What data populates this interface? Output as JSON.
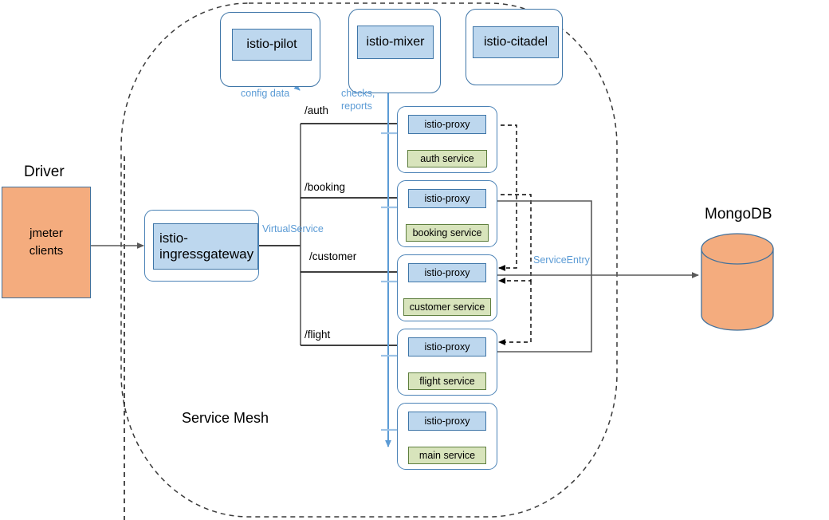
{
  "diagram": {
    "title_driver": "Driver",
    "title_mongodb": "MongoDB",
    "mesh_label": "Service Mesh",
    "colors": {
      "blue_fill": "#bdd7ee",
      "blue_stroke": "#3f76a8",
      "green_fill": "#d8e4bc",
      "green_stroke": "#5f7f3f",
      "orange_fill": "#f4ac7e",
      "orange_stroke": "#41719c",
      "accent_blue": "#5b9bd5",
      "arrow_gray": "#595959",
      "dashed_black": "#000000"
    }
  },
  "driver": {
    "label": "Driver",
    "client_box": "jmeter clients"
  },
  "gateway": {
    "name": "istio-ingressgateway",
    "line1": "istio-",
    "line2": "ingressgateway"
  },
  "control_plane": [
    {
      "name": "istio-pilot"
    },
    {
      "name": "istio-mixer"
    },
    {
      "name": "istio-citadel"
    }
  ],
  "annotations": {
    "config_data": "config data",
    "checks_reports_line1": "checks,",
    "checks_reports_line2": "reports",
    "virtual_service": "VirtualService",
    "service_entry": "ServiceEntry"
  },
  "routes": [
    {
      "path": "/auth"
    },
    {
      "path": "/booking"
    },
    {
      "path": "/customer"
    },
    {
      "path": "/flight"
    }
  ],
  "pods": [
    {
      "proxy": "istio-proxy",
      "service": "auth service"
    },
    {
      "proxy": "istio-proxy",
      "service": "booking service"
    },
    {
      "proxy": "istio-proxy",
      "service": "customer service"
    },
    {
      "proxy": "istio-proxy",
      "service": "flight service"
    },
    {
      "proxy": "istio-proxy",
      "service": "main service"
    }
  ],
  "database": {
    "label": "MongoDB"
  }
}
